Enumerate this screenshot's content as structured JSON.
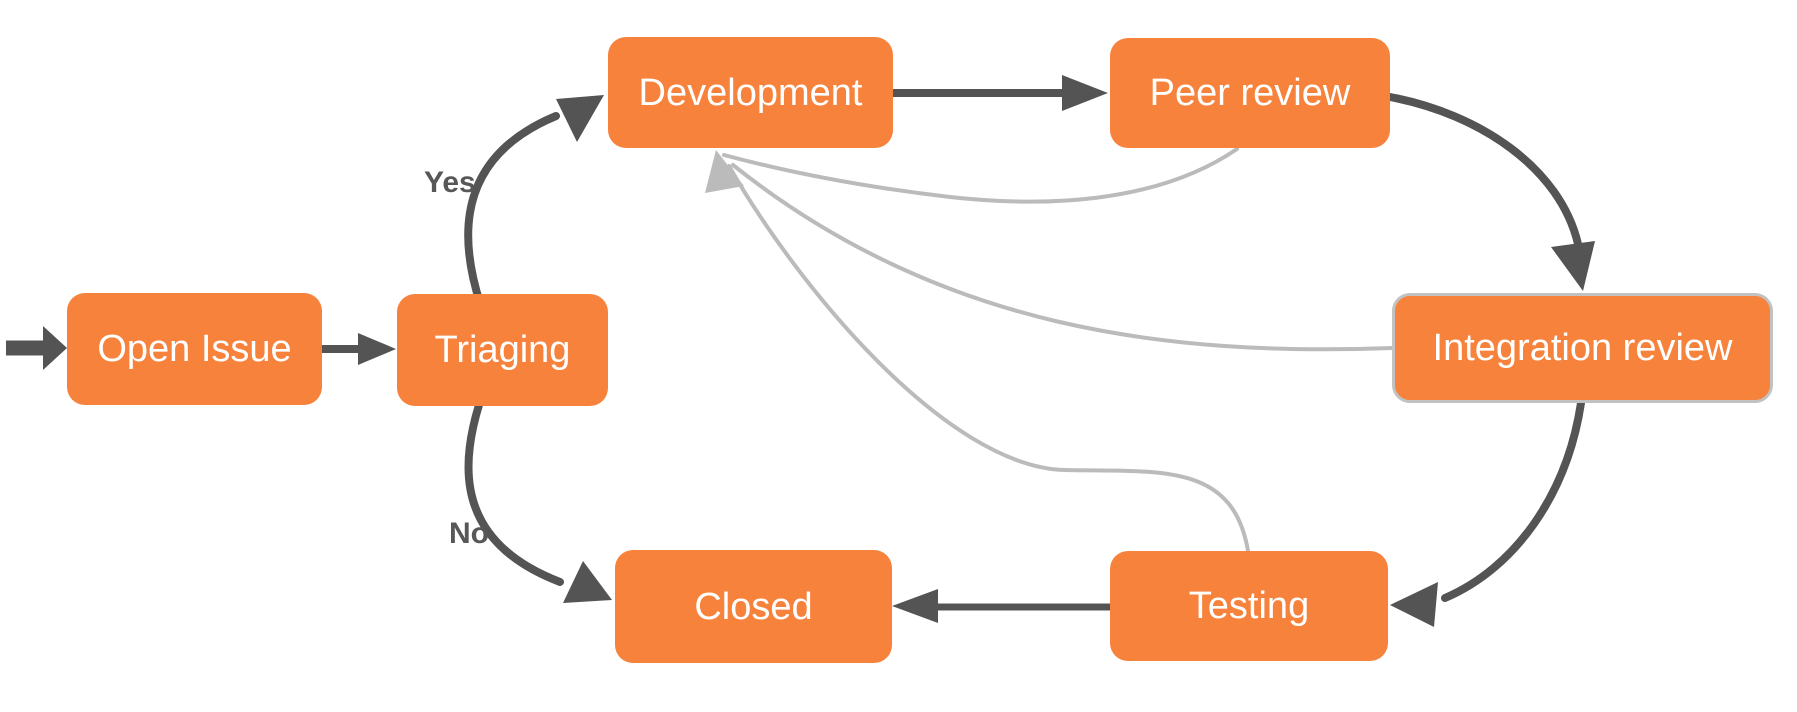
{
  "diagram": {
    "type": "flowchart",
    "description": "Issue workflow flowchart",
    "background": "#FFFFFF",
    "nodes": {
      "open_issue": {
        "label": "Open Issue"
      },
      "triaging": {
        "label": "Triaging"
      },
      "development": {
        "label": "Development"
      },
      "peer_review": {
        "label": "Peer review"
      },
      "integration_review": {
        "label": "Integration review",
        "highlighted_border": true
      },
      "testing": {
        "label": "Testing"
      },
      "closed": {
        "label": "Closed"
      }
    },
    "edges": [
      {
        "from": "start",
        "to": "open_issue",
        "style": "dark",
        "label": ""
      },
      {
        "from": "open_issue",
        "to": "triaging",
        "style": "dark",
        "label": ""
      },
      {
        "from": "triaging",
        "to": "development",
        "style": "dark",
        "label": "Yes"
      },
      {
        "from": "triaging",
        "to": "closed",
        "style": "dark",
        "label": "No"
      },
      {
        "from": "development",
        "to": "peer_review",
        "style": "dark",
        "label": ""
      },
      {
        "from": "peer_review",
        "to": "integration_review",
        "style": "dark",
        "label": ""
      },
      {
        "from": "integration_review",
        "to": "testing",
        "style": "dark",
        "label": ""
      },
      {
        "from": "testing",
        "to": "closed",
        "style": "dark",
        "label": ""
      },
      {
        "from": "peer_review",
        "to": "development",
        "style": "light",
        "label": ""
      },
      {
        "from": "integration_review",
        "to": "development",
        "style": "light",
        "label": ""
      },
      {
        "from": "testing",
        "to": "development",
        "style": "light",
        "label": ""
      }
    ],
    "colors": {
      "node_fill": "#F6823C",
      "node_text": "#FFFFFF",
      "edge_dark": "#545454",
      "edge_light": "#BBBBBB",
      "edge_label_text": "#575757",
      "highlight_border": "#C2C2C2"
    }
  }
}
